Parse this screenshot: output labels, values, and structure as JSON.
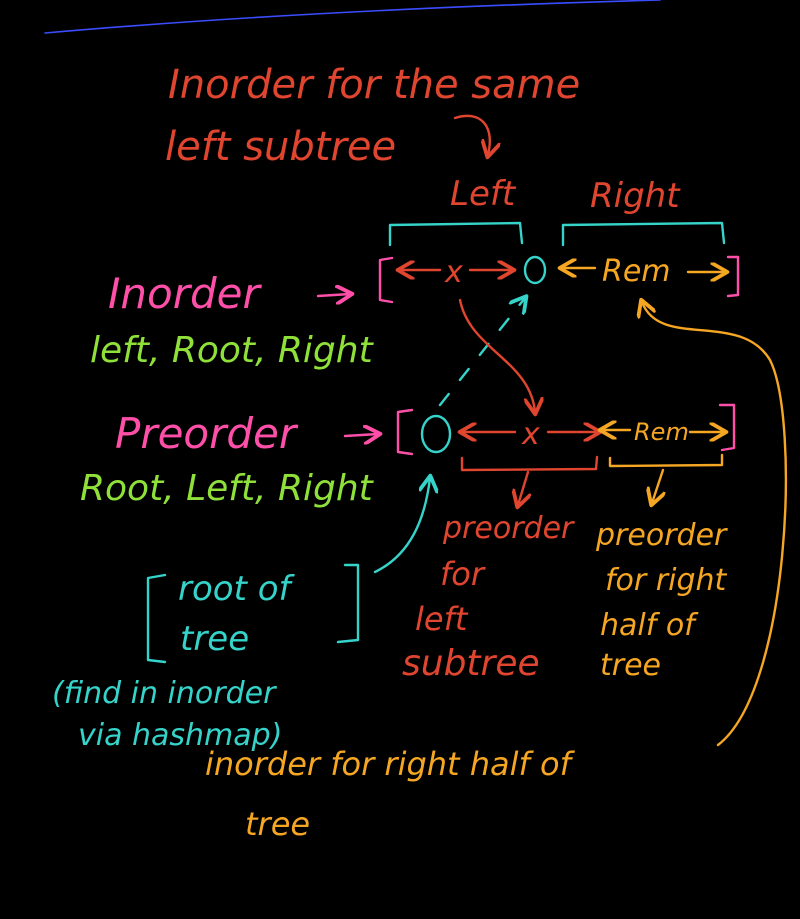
{
  "notes": {
    "inorder_same_left_line1": "Inorder for the same",
    "inorder_same_left_line2": "left subtree",
    "left_label": "Left",
    "right_label": "Right",
    "inorder_title": "Inorder",
    "inorder_order": "left, Root, Right",
    "preorder_title": "Preorder",
    "preorder_order": "Root, Left, Right",
    "x_inorder": "x",
    "x_preorder": "x",
    "rem_inorder": "Rem",
    "rem_preorder": "Rem",
    "root_note_line1": "root of",
    "root_note_line2": "tree",
    "find_line1": "(find in inorder",
    "find_line2": "via hashmap)",
    "pre_left_line1": "preorder",
    "pre_left_line2": "for",
    "pre_left_line3": "left",
    "pre_left_line4": "subtree",
    "pre_right_line1": "preorder",
    "pre_right_line2": "for right",
    "pre_right_line3": "half of",
    "pre_right_line4": "tree",
    "in_right_line1": "inorder for right half of",
    "in_right_line2": "tree"
  },
  "colors": {
    "red": "#e0452f",
    "pink": "#ff4fa8",
    "green": "#8fe13a",
    "cyan": "#35d3c9",
    "orange": "#f5a623",
    "blue": "#3a4dff",
    "background": "#000000"
  }
}
